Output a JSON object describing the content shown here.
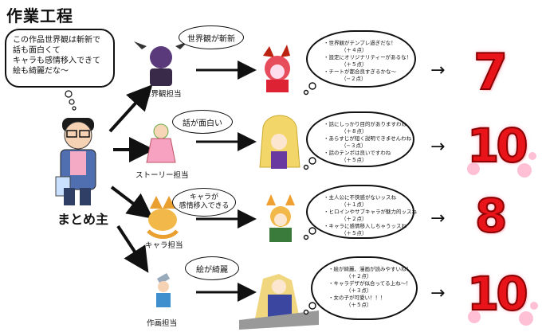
{
  "title": "作業工程",
  "owner": {
    "speech": [
      "この作品世界観は斬新で",
      "話も面白くて",
      "キャラも感情移入できて",
      "絵も綺麗だな〜"
    ],
    "label": "まとめ主"
  },
  "rows": [
    {
      "role_label": "世界観担当",
      "speech": "世界観が斬新",
      "comments": [
        "・世界観がテンプレ過ぎだな！",
        "（＋４点）",
        "・設定にオリジナリティーがあるな！",
        "（＋５点）",
        "・チートが都合良すぎるかな〜",
        "（−２点）"
      ],
      "score": "7"
    },
    {
      "role_label": "ストーリー担当",
      "speech": "話が面白い",
      "comments": [
        "・話にしっかり目的がありますわね",
        "（＋８点）",
        "・あらすじが短く説明できませんわね",
        "（−３点）",
        "・話のテンポは良いですわね",
        "（＋５点）"
      ],
      "score": "10"
    },
    {
      "role_label": "キャラ担当",
      "speech": "キャラが\n感情移入できる",
      "comments": [
        "・主人公に不快感がないッスね",
        "（＋１点）",
        "・ヒロインやサブキャラが魅力的ッスね",
        "（＋２点）",
        "・キャラに感情移入しちゃうッスね",
        "（＋５点）"
      ],
      "score": "8"
    },
    {
      "role_label": "作画担当",
      "speech": "絵が綺麗",
      "comments": [
        "・絵が綺麗、漫画が読みやすいね！",
        "（＋２点）",
        "・キャラデザが似合ってる上ね〜！",
        "（＋３点）",
        "・女の子が可愛い！！！",
        "（＋５点）"
      ],
      "score": "10"
    }
  ],
  "result_arrow": "→",
  "colors": {
    "score_red": "#e8141a",
    "sakura_pink": "#ffc0d6"
  }
}
